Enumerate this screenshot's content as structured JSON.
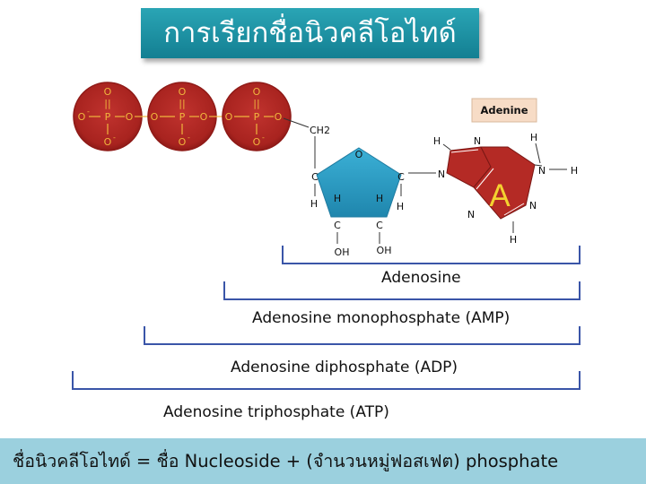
{
  "title": "การเรียกชื่อนิวคลีโอไทด์",
  "phosphates": [
    {
      "top_o": "O",
      "double_bond": "||",
      "p": "P",
      "left": "O",
      "right": "O",
      "bottom": "O",
      "minus": "-",
      "bottom_minus": "-"
    },
    {
      "top_o": "O",
      "double_bond": "||",
      "p": "P",
      "left": "O",
      "right": "O",
      "bottom": "O",
      "bottom_minus": "-"
    },
    {
      "top_o": "O",
      "double_bond": "||",
      "p": "P",
      "left": "O",
      "right": "O",
      "bottom": "O",
      "bottom_minus": "-"
    }
  ],
  "sugar": {
    "ch2": "CH2",
    "o": "O",
    "c_left": "C",
    "c_right": "C",
    "c_bl": "C",
    "c_br": "C",
    "h_left": "H",
    "h_right": "H",
    "h_bl": "H",
    "h_br": "H",
    "oh_left": "OH",
    "oh_right": "OH"
  },
  "base": {
    "tag": "Adenine",
    "letter": "A",
    "n1": "N",
    "n2": "N",
    "n3": "N",
    "n4": "N",
    "n5": "N",
    "h_top_left": "H",
    "h_top_right": "H",
    "h_right": "H",
    "h_bottom": "H"
  },
  "brackets": [
    "Adenosine",
    "Adenosine monophosphate (AMP)",
    "Adenosine diphosphate (ADP)",
    "Adenosine triphosphate (ATP)"
  ],
  "formula": "ชื่อนิวคลีโอไทด์ = ชื่อ Nucleoside  +  (จำนวนหมู่ฟอสเฟต) phosphate",
  "colors": {
    "title_bg": "#1c93a5",
    "phosphate": "#b22a26",
    "phosphate_text": "#f0b63d",
    "sugar": "#2b9ec6",
    "base": "#b42a25",
    "base_letter": "#f4d230",
    "adenine_tag": "#f7dcc6",
    "bracket": "#3a55a8",
    "formula_bg": "#9bd0de"
  }
}
